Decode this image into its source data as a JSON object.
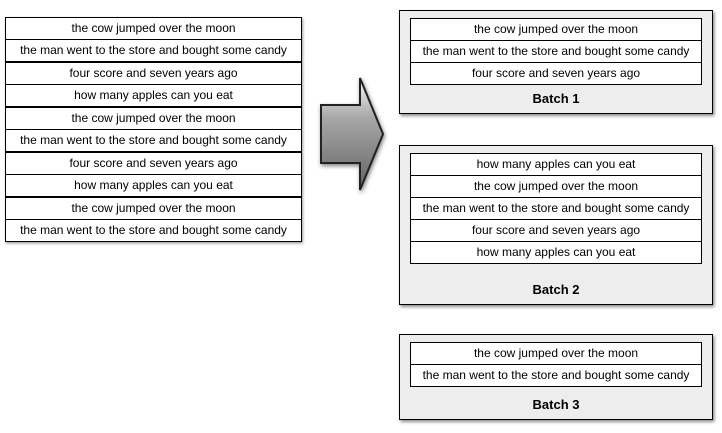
{
  "left_list": {
    "rows": [
      "the cow jumped over the moon",
      "the man went to the store and bought some candy",
      "four score and seven years ago",
      "how many apples can you eat",
      "the cow jumped over the moon",
      "the man went to the store and bought some candy",
      "four score and seven years ago",
      "how many apples can you eat",
      "the cow jumped over the moon",
      "the man went to the store and bought some candy"
    ]
  },
  "arrow": {
    "icon": "right-block-arrow"
  },
  "batches": [
    {
      "label": "Batch 1",
      "rows": [
        "the cow jumped over the moon",
        "the man went to the store and bought some candy",
        "four score and seven years ago"
      ]
    },
    {
      "label": "Batch 2",
      "rows": [
        "how many apples can you eat",
        "the cow jumped over the moon",
        "the man went to the store and bought some candy",
        "four score and seven years ago",
        "how many apples can you eat"
      ]
    },
    {
      "label": "Batch 3",
      "rows": [
        "the cow jumped over the moon",
        "the man went to the store and bought some candy"
      ]
    }
  ],
  "colors": {
    "border_color": "#000000",
    "row_fill": "#ffffff",
    "box_fill": "#ededed",
    "arrow_light": "#f8f8f8",
    "arrow_mid": "#a8a8a8",
    "arrow_dark": "#636363"
  }
}
